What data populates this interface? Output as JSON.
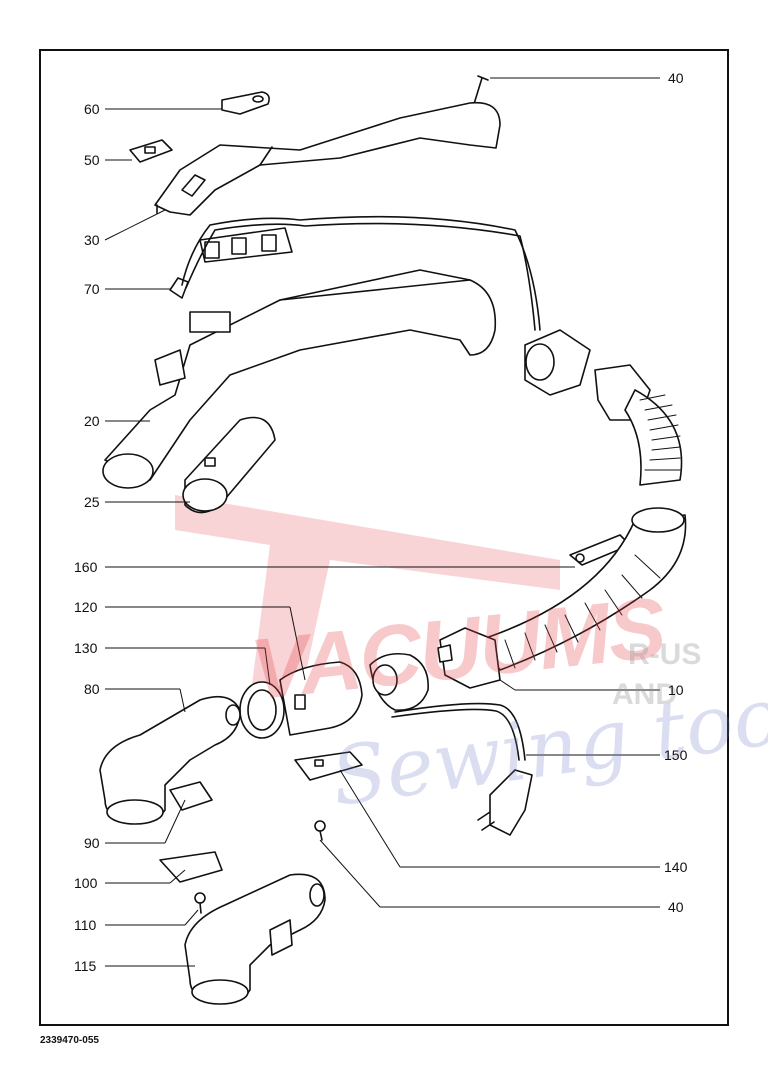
{
  "document_code": "2339470-055",
  "watermark": {
    "main": "VACUUMS",
    "r_us": "R-US",
    "and": "AND",
    "sewing": "Sewing too"
  },
  "callouts": {
    "c40_top": "40",
    "c60": "60",
    "c50": "50",
    "c30": "30",
    "c70": "70",
    "c20": "20",
    "c25": "25",
    "c160": "160",
    "c120": "120",
    "c130": "130",
    "c80": "80",
    "c10": "10",
    "c150": "150",
    "c90": "90",
    "c140": "140",
    "c100": "100",
    "c40_bottom": "40",
    "c110": "110",
    "c115": "115"
  }
}
